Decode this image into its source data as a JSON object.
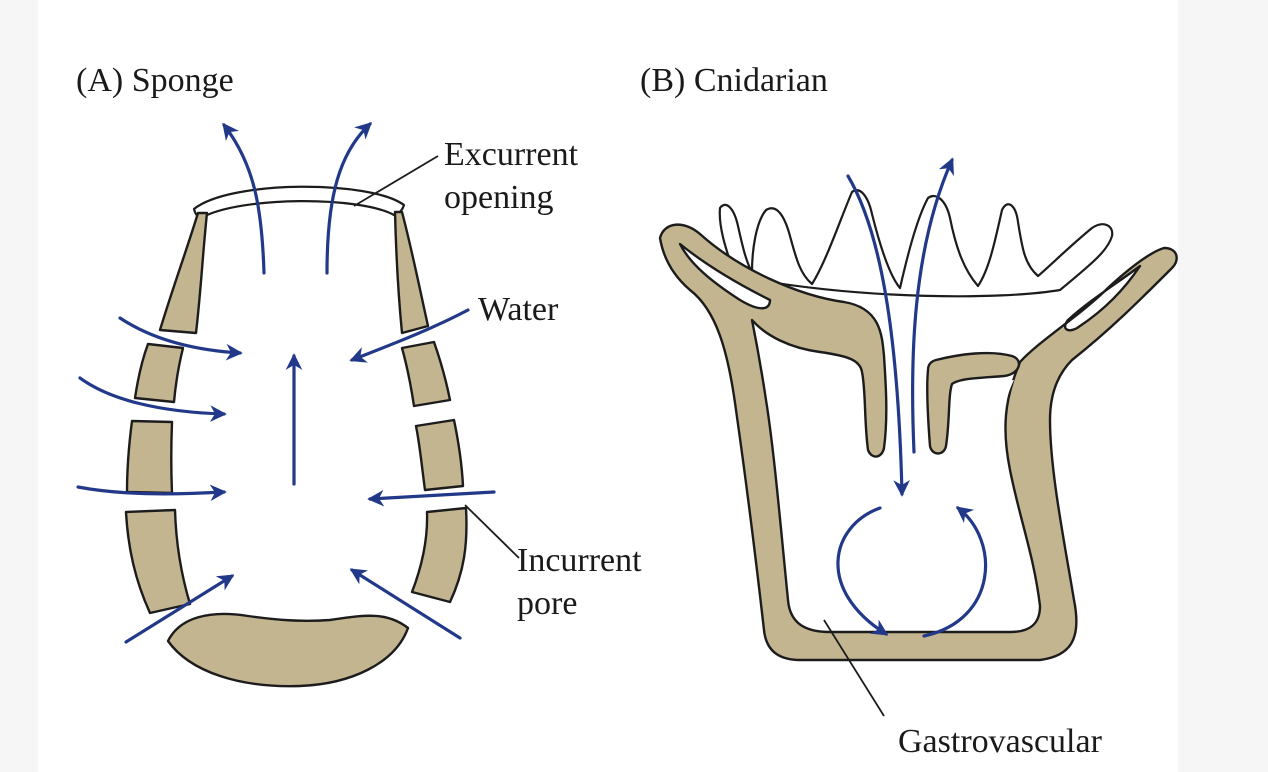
{
  "panels": {
    "a": {
      "title": "(A) Sponge"
    },
    "b": {
      "title": "(B) Cnidarian"
    }
  },
  "labels": {
    "excurrent_line1": "Excurrent",
    "excurrent_line2": "opening",
    "water": "Water",
    "incurrent_line1": "Incurrent",
    "incurrent_line2": "pore",
    "gastrovascular": "Gastrovascular"
  },
  "colors": {
    "tissue": "#c4b591",
    "arrow": "#22398a",
    "outline": "#1c1c1c"
  }
}
